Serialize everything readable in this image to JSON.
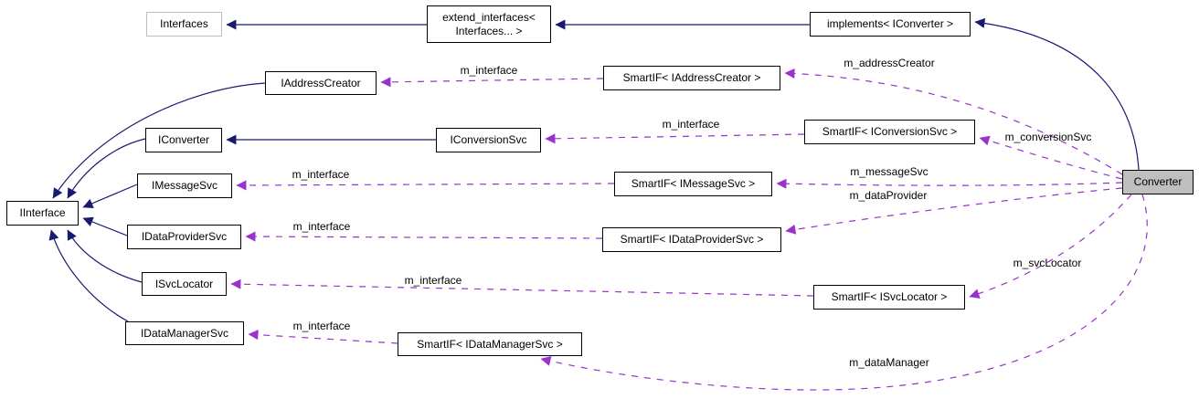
{
  "diagram": {
    "type": "collaboration-graph",
    "colors": {
      "inheritance_edge": "#191970",
      "usage_edge": "#9a32cd",
      "node_fill": "#ffffff",
      "node_border": "#000000",
      "muted_node_border": "#bdbdbd",
      "current_node_fill": "#bfbfbf",
      "text": "#000000"
    },
    "nodes": {
      "interfaces": "Interfaces",
      "extend_interfaces": "extend_interfaces<\nInterfaces... >",
      "implements_iconverter": "implements< IConverter >",
      "converter": "Converter",
      "iaddresscreator": "IAddressCreator",
      "iconverter": "IConverter",
      "iconversionsvc": "IConversionSvc",
      "smartif_iaddresscreator": "SmartIF< IAddressCreator >",
      "smartif_iconversionsvc": "SmartIF< IConversionSvc >",
      "iinterface": "IInterface",
      "imessagesvc": "IMessageSvc",
      "smartif_imessagesvc": "SmartIF< IMessageSvc >",
      "idataprovidersvc": "IDataProviderSvc",
      "smartif_idataprovidersvc": "SmartIF< IDataProviderSvc >",
      "isvclocator": "ISvcLocator",
      "smartif_isvclocator": "SmartIF< ISvcLocator >",
      "idatamanagersvc": "IDataManagerSvc",
      "smartif_idatamanagersvc": "SmartIF< IDataManagerSvc >"
    },
    "edge_labels": {
      "m_interface_addresscreator": "m_interface",
      "m_addresscreator": "m_addressCreator",
      "m_interface_conversionsvc": "m_interface",
      "m_conversionsvc": "m_conversionSvc",
      "m_interface_messagesvc": "m_interface",
      "m_messagesvc": "m_messageSvc",
      "m_dataprovider": "m_dataProvider",
      "m_interface_dataprovidersvc": "m_interface",
      "m_interface_svclocator": "m_interface",
      "m_svclocator": "m_svcLocator",
      "m_interface_datamanagersvc": "m_interface",
      "m_datamanager": "m_dataManager"
    }
  }
}
